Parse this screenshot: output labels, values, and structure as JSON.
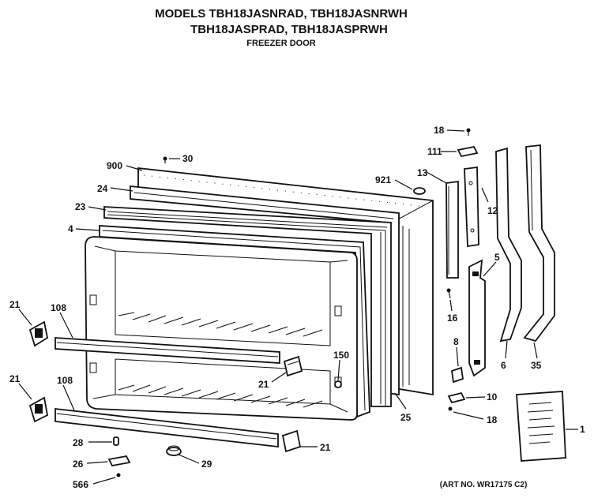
{
  "header": {
    "line1": "MODELS TBH18JASNRAD, TBH18JASNRWH",
    "line2": "TBH18JASPRAD, TBH18JASPRWH",
    "line3": "FREEZER DOOR"
  },
  "art_number": "(ART NO. WR17175 C2)",
  "callouts": [
    {
      "id": "c18a",
      "text": "18"
    },
    {
      "id": "c111",
      "text": "111"
    },
    {
      "id": "c30",
      "text": "30"
    },
    {
      "id": "c900",
      "text": "900"
    },
    {
      "id": "c921",
      "text": "921"
    },
    {
      "id": "c13",
      "text": "13"
    },
    {
      "id": "c24",
      "text": "24"
    },
    {
      "id": "c12",
      "text": "12"
    },
    {
      "id": "c23",
      "text": "23"
    },
    {
      "id": "c4",
      "text": "4"
    },
    {
      "id": "c5",
      "text": "5"
    },
    {
      "id": "c16",
      "text": "16"
    },
    {
      "id": "c21a",
      "text": "21"
    },
    {
      "id": "c108a",
      "text": "108"
    },
    {
      "id": "c8",
      "text": "8"
    },
    {
      "id": "c6",
      "text": "6"
    },
    {
      "id": "c35",
      "text": "35"
    },
    {
      "id": "c150",
      "text": "150"
    },
    {
      "id": "c21b",
      "text": "21"
    },
    {
      "id": "c21c",
      "text": "21"
    },
    {
      "id": "c108b",
      "text": "108"
    },
    {
      "id": "c10",
      "text": "10"
    },
    {
      "id": "c25",
      "text": "25"
    },
    {
      "id": "c18b",
      "text": "18"
    },
    {
      "id": "c1",
      "text": "1"
    },
    {
      "id": "c28",
      "text": "28"
    },
    {
      "id": "c21d",
      "text": "21"
    },
    {
      "id": "c26",
      "text": "26"
    },
    {
      "id": "c29",
      "text": "29"
    },
    {
      "id": "c566",
      "text": "566"
    }
  ]
}
